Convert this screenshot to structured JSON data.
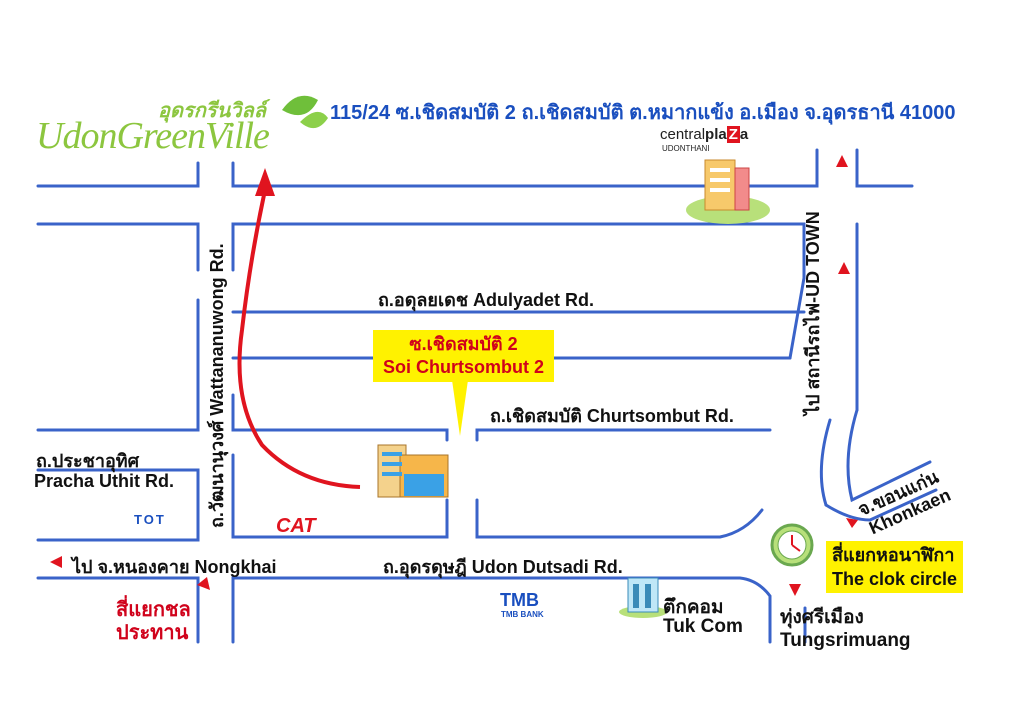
{
  "brand": {
    "name_thai": "อุดรกรีนวิลล์",
    "name_en": "UdonGreenVille",
    "address": "115/24 ซ.เชิดสมบัติ 2 ถ.เชิดสมบัติ ต.หมากแข้ง อ.เมือง จ.อุดรธานี 41000"
  },
  "landmarks": {
    "central_plaza_word": "central",
    "central_plaza_bold": "pla",
    "central_plaza_box": "Z",
    "central_plaza_a": "a",
    "central_plaza_sub": "UDONTHANI",
    "tot": "TOT",
    "cat": "CAT",
    "tmb": "TMB",
    "tmb_sub": "TMB BANK"
  },
  "roads": {
    "wattana": "ถ.วัฒนานุวงศ์ Wattananuwong Rd.",
    "adulyadet": "ถ.อดุลยเดช Adulyadet Rd.",
    "churtsombut": "ถ.เชิดสมบัติ Churtsombut Rd.",
    "pracha_th": "ถ.ประชาอุทิศ",
    "pracha_en": "Pracha Uthit Rd.",
    "nongkhai": "ไป จ.หนองคาย Nongkhai",
    "dutsadi": "ถ.อุดรดุษฎี Udon Dutsadi Rd.",
    "udtown": "ไป สถานีรถไฟ-UD TOWN",
    "khonkaen_th": "จ.ขอนแก่น",
    "khonkaen_en": "Khonkaen"
  },
  "callout": {
    "line1": "ซ.เชิดสมบัติ 2",
    "line2": "Soi Churtsombut 2"
  },
  "places": {
    "chonprathan_1": "สี่แยกชล",
    "chonprathan_2": "ประทาน",
    "tukcom_th": "ตึกคอม",
    "tukcom_en": "Tuk Com",
    "clock_th": "สี่แยกหอนาฬิกา",
    "clock_en": "The clok circle",
    "tungsri_th": "ทุ่งศรีเมือง",
    "tungsri_en": "Tungsrimuang"
  },
  "colors": {
    "road_outline": "#3a63c9",
    "route_arrow": "#e0141f",
    "callout_bg": "#fff200",
    "brand_green": "#8cc63f",
    "address_blue": "#1a4fbf"
  }
}
